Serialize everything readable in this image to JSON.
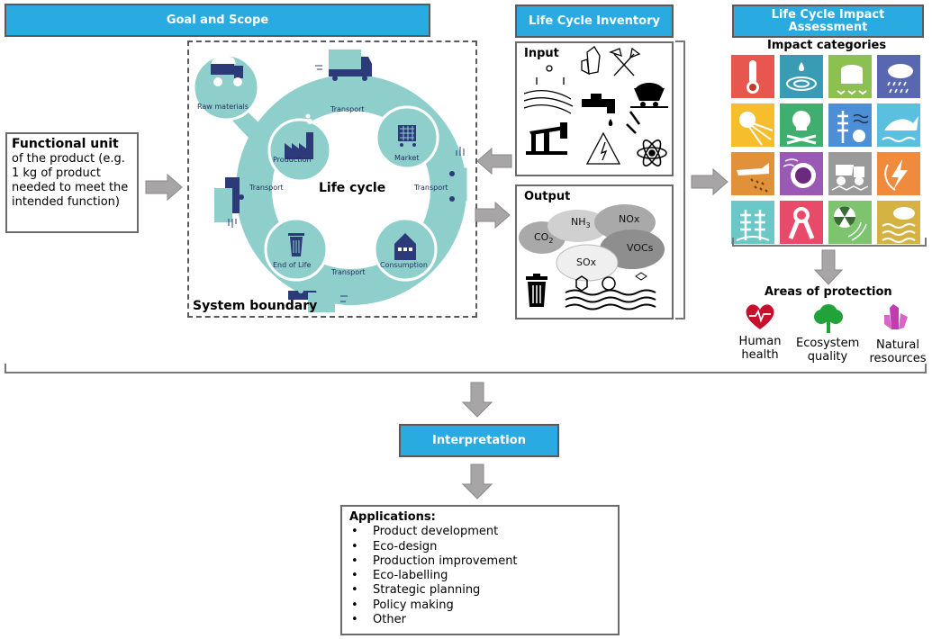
{
  "headers": {
    "goal_scope": "Goal and Scope",
    "inventory": "Life Cycle Inventory",
    "impact_assessment": "Life Cycle Impact Assessment",
    "interpretation": "Interpretation"
  },
  "functional_unit": {
    "title": "Functional unit",
    "text": "of the product (e.g. 1 kg of product needed to meet the intended function)"
  },
  "life_cycle": {
    "center_label": "Life cycle",
    "system_boundary": "System boundary",
    "stages": [
      "Raw materials",
      "Production",
      "Market",
      "Consumption",
      "End of Life"
    ],
    "transport_label": "Transport"
  },
  "inventory": {
    "input_title": "Input",
    "output_title": "Output",
    "emissions": {
      "co2": "CO",
      "co2_sub": "2",
      "nh3": "NH",
      "nh3_sub": "3",
      "nox": "NOx",
      "vocs": "VOCs",
      "sox": "SOx"
    }
  },
  "impact": {
    "categories_title": "Impact categories",
    "tiles": [
      {
        "icon": "thermometer-icon",
        "color": "#e8574f"
      },
      {
        "icon": "water-drop-icon",
        "color": "#3a9bb5"
      },
      {
        "icon": "tree-stump-icon",
        "color": "#8cc152"
      },
      {
        "icon": "rain-cloud-icon",
        "color": "#5867b0"
      },
      {
        "icon": "sun-icon",
        "color": "#f6be2c"
      },
      {
        "icon": "skull-icon",
        "color": "#3fae6e"
      },
      {
        "icon": "aquatic-plant-icon",
        "color": "#4d8fd6"
      },
      {
        "icon": "fish-icon",
        "color": "#5bbfe0"
      },
      {
        "icon": "crop-duster-icon",
        "color": "#e0913a"
      },
      {
        "icon": "particle-icon",
        "color": "#9b59b6"
      },
      {
        "icon": "dump-truck-icon",
        "color": "#9a9a9a"
      },
      {
        "icon": "energy-icon",
        "color": "#f08a3c"
      },
      {
        "icon": "plant-icon",
        "color": "#6cc8c8"
      },
      {
        "icon": "ribbon-icon",
        "color": "#e84a6a"
      },
      {
        "icon": "radiation-icon",
        "color": "#7ec36e"
      },
      {
        "icon": "cloud-waves-icon",
        "color": "#d4b342"
      }
    ],
    "areas_title": "Areas of protection",
    "areas": [
      {
        "line1": "Human",
        "line2": "health",
        "color": "#c8102e"
      },
      {
        "line1": "Ecosystem",
        "line2": "quality",
        "color": "#21a33a"
      },
      {
        "line1": "Natural",
        "line2": "resources",
        "color": "#c23bb0"
      }
    ]
  },
  "applications": {
    "title": "Applications:",
    "items": [
      "Product development",
      "Eco-design",
      "Production improvement",
      "Eco-labelling",
      "Strategic planning",
      "Policy making",
      "Other"
    ]
  }
}
